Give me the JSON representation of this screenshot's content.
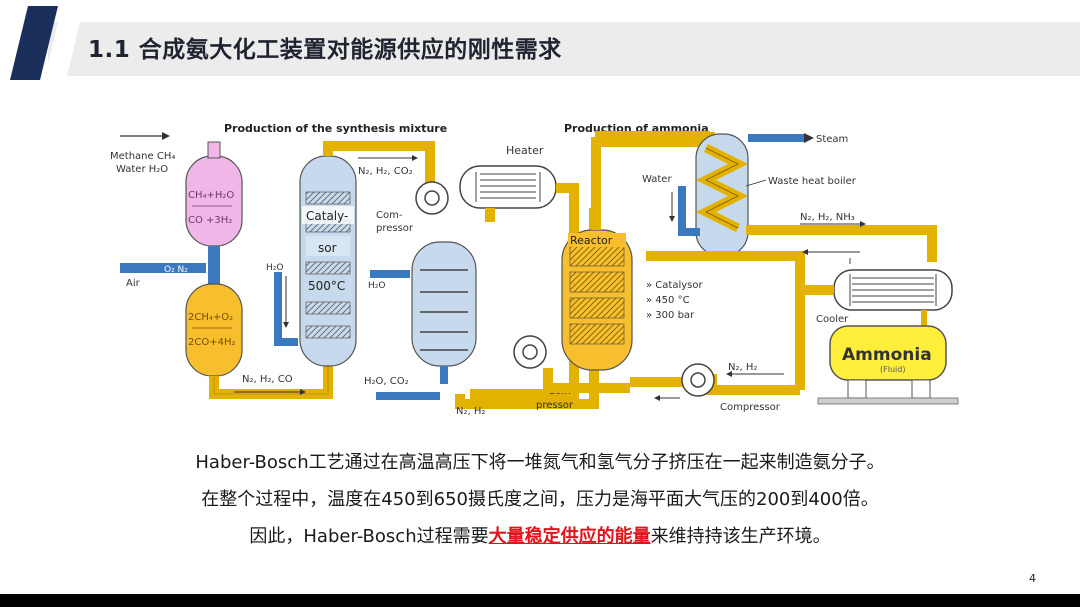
{
  "slide": {
    "title": "1.1 合成氨大化工装置对能源供应的刚性需求",
    "page_number": "4"
  },
  "diagram": {
    "section_synthesis": "Production of the synthesis mixture",
    "section_ammonia": "Production of ammonia",
    "methane": "Methane CH₄",
    "water": "Water  H₂O",
    "reformer1_eq": "CH₄+H₂O",
    "reformer1_eq2": "CO +3H₂",
    "air_label": "O₂ N₂",
    "air": "Air",
    "reformer2_eq": "2CH₄+O₂",
    "reformer2_eq2": "2CO+4H₂",
    "n2_h2_co_top": "N₂, H₂, CO₂",
    "n2_h2_co_bottom": "N₂, H₂, CO",
    "catalysor_1": "Cataly-",
    "catalysor_2": "sor",
    "temp": "500°C",
    "h2o_1": "H₂O",
    "h2o_2": "H₂O",
    "compressor_1a": "Com-",
    "compressor_1b": "pressor",
    "heater": "Heater",
    "h2o_co2": "H₂O, CO₂",
    "n2_h2_out": "N₂, H₂",
    "reactor": "Reactor",
    "reactor_spec1": "» Catalysor",
    "reactor_spec2": "» 450 °C",
    "reactor_spec3": "» 300 bar",
    "compressor_2a": "Com-",
    "compressor_2b": "pressor",
    "water_in": "Water",
    "steam": "Steam",
    "waste_heat_boiler": "Waste heat boiler",
    "n2_h2_nh3": "N₂, H₂, NH₃",
    "cooler": "Cooler",
    "ammonia": "Ammonia",
    "fluid": "(Fluid)",
    "n2_h2_return": "N₂, H₂",
    "compressor_3": "Compressor"
  },
  "caption": {
    "line1": "Haber-Bosch工艺通过在高温高压下将一堆氮气和氢气分子挤压在一起来制造氨分子。",
    "line2": "在整个过程中，温度在450到650摄氏度之间，压力是海平面大气压的200到400倍。",
    "line3_pre": "因此，Haber-Bosch过程需要",
    "line3_highlight": "大量稳定供应的能量",
    "line3_post": "来维持持该生产环境。"
  },
  "colors": {
    "pipe": "#e3b200",
    "pipe_edge": "#8a6d00",
    "water_pipe": "#3a78c0",
    "pink": "#f0b6e8",
    "orange": "#f7bf2e",
    "column": "#c7d9ec",
    "accent_red": "#e0141b"
  }
}
